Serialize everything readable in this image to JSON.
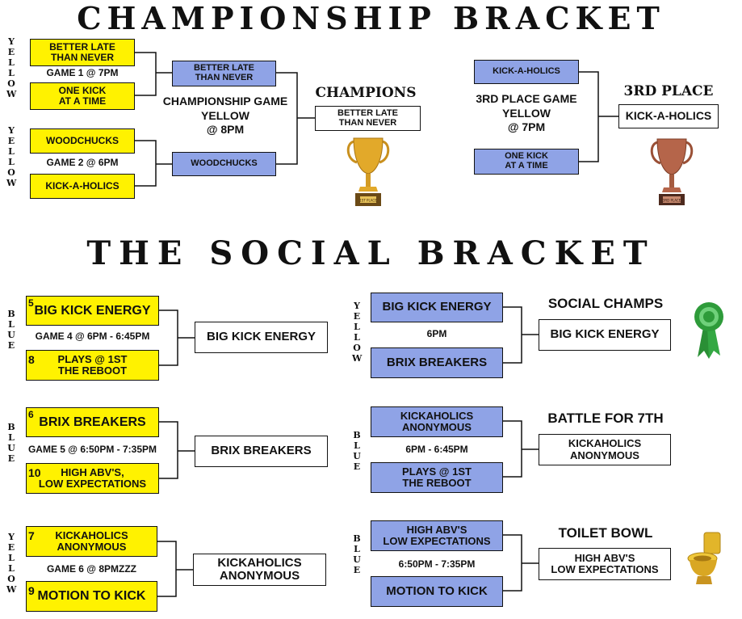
{
  "titles": {
    "championship": "CHAMPIONSHIP BRACKET",
    "social": "THE SOCIAL BRACKET"
  },
  "side_labels": {
    "champ_top": "YELLOW",
    "champ_bottom": "YELLOW",
    "social_1": "BLUE",
    "social_2": "BLUE",
    "social_3": "YELLOW",
    "social_4": "YELLOW",
    "social_5": "BLUE",
    "social_6": "BLUE"
  },
  "championship": {
    "game1": {
      "team_a": "BETTER LATE\nTHAN NEVER",
      "time": "GAME 1 @ 7PM",
      "team_b": "ONE KICK\nAT A TIME"
    },
    "game2": {
      "team_a": "WOODCHUCKS",
      "time": "GAME 2 @ 6PM",
      "team_b": "KICK-A-HOLICS"
    },
    "final": {
      "team_a": "BETTER LATE\nTHAN NEVER",
      "label": "CHAMPIONSHIP GAME\nYELLOW\n@ 8PM",
      "team_b": "WOODCHUCKS"
    },
    "champions": {
      "title": "CHAMPIONS",
      "winner": "BETTER LATE\nTHAN NEVER",
      "trophy_plate": "1ST PLACE"
    },
    "third_place_game": {
      "team_a": "KICK-A-HOLICS",
      "label": "3RD PLACE GAME\nYELLOW\n@ 7PM",
      "team_b": "ONE KICK\nAT A TIME"
    },
    "third_place": {
      "title": "3RD PLACE",
      "winner": "KICK-A-HOLICS",
      "trophy_plate": "3RD PLACE"
    }
  },
  "social": {
    "game4": {
      "seed_a": "5",
      "team_a": "BIG KICK ENERGY",
      "time": "GAME 4 @ 6PM - 6:45PM",
      "seed_b": "8",
      "team_b": "PLAYS @ 1ST\nTHE REBOOT",
      "winner": "BIG KICK ENERGY"
    },
    "game5": {
      "seed_a": "6",
      "team_a": "BRIX BREAKERS",
      "time": "GAME 5 @ 6:50PM - 7:35PM",
      "seed_b": "10",
      "team_b": "HIGH ABV'S,\nLOW EXPECTATIONS",
      "winner": "BRIX BREAKERS"
    },
    "game6": {
      "seed_a": "7",
      "team_a": "KICKAHOLICS\nANONYMOUS",
      "time": "GAME 6 @ 8PMZZZ",
      "seed_b": "9",
      "team_b": "MOTION TO KICK",
      "winner": "KICKAHOLICS\nANONYMOUS"
    },
    "champs": {
      "team_a": "BIG KICK ENERGY",
      "time": "6PM",
      "team_b": "BRIX BREAKERS",
      "title": "SOCIAL CHAMPS",
      "winner": "BIG KICK ENERGY"
    },
    "seventh": {
      "team_a": "KICKAHOLICS\nANONYMOUS",
      "time": "6PM - 6:45PM",
      "team_b": "PLAYS @ 1ST\nTHE REBOOT",
      "title": "BATTLE FOR 7TH",
      "winner": "KICKAHOLICS\nANONYMOUS"
    },
    "toilet": {
      "team_a": "HIGH ABV'S\nLOW EXPECTATIONS",
      "time": "6:50PM - 7:35PM",
      "team_b": "MOTION TO KICK",
      "title": "TOILET BOWL",
      "winner": "HIGH ABV'S\nLOW EXPECTATIONS"
    }
  },
  "colors": {
    "yellow": "#fff200",
    "blue": "#8fa3e6",
    "gold": "#e2a92a",
    "bronze": "#b5654a",
    "ribbon": "#2e9b3a"
  },
  "icons": [
    "gold-trophy-icon",
    "bronze-trophy-icon",
    "green-ribbon-icon",
    "gold-toilet-icon"
  ]
}
